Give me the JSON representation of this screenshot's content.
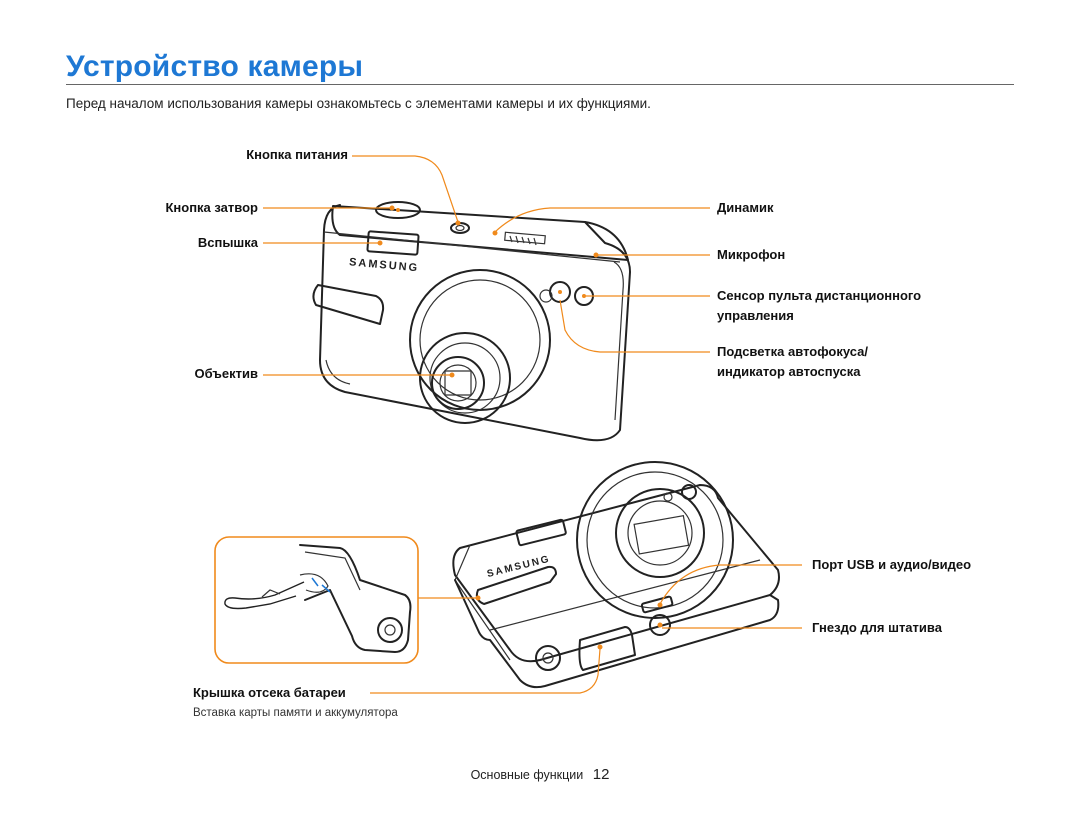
{
  "title": "Устройство камеры",
  "intro": "Перед началом использования камеры ознакомьтесь с элементами камеры и их функциями.",
  "brand": "SAMSUNG",
  "labels": {
    "power": "Кнопка питания",
    "shutter": "Кнопка затвор",
    "flash": "Вспышка",
    "lens": "Объектив",
    "speaker": "Динамик",
    "mic": "Микрофон",
    "remote_1": "Сенсор пульта дистанционного",
    "remote_2": "управления",
    "af_1": "Подсветка автофокуса/",
    "af_2": "индикатор автоспуска",
    "usb": "Порт USB и аудио/видео",
    "tripod": "Гнездо для штатива",
    "battery": "Крышка отсека батареи",
    "battery_note": "Вставка карты памяти и аккумулятора"
  },
  "footer": {
    "section": "Основные функции",
    "page": "12"
  },
  "colors": {
    "accent": "#1e78d4",
    "callout": "#f08a1c"
  },
  "icons": [
    "camera-front-illustration",
    "camera-bottom-illustration",
    "wrist-strap-inset"
  ]
}
